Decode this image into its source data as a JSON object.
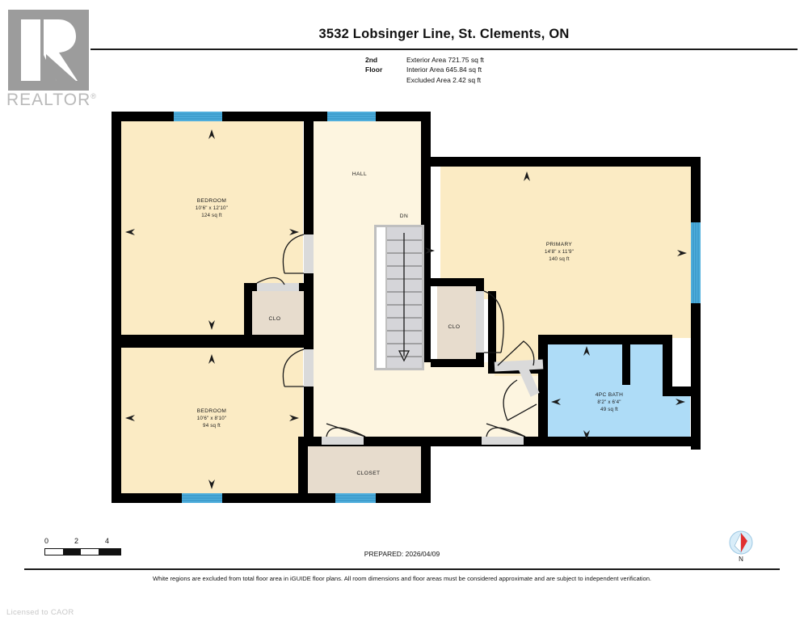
{
  "brand": {
    "logo_icon": "realtor-r-logo-icon",
    "wordmark": "REALTOR",
    "registered_mark": "®",
    "logo_color": "#9c9c9c"
  },
  "header": {
    "title": "3532 Lobsinger Line, St. Clements, ON",
    "floor_label": "2nd Floor",
    "areas": [
      "Exterior Area 721.75 sq ft",
      "Interior Area 645.84 sq ft",
      "Excluded Area 2.42 sq ft"
    ]
  },
  "plan": {
    "colors": {
      "wall": "#000000",
      "room_fill": "#FBEBC4",
      "hall_fill": "#FDF5E0",
      "closet_fill": "#E7DCCD",
      "bath_fill": "#AEDCF7",
      "window": "#4FAEDC",
      "stair_tread": "#D5D5D9",
      "door_panel": "#DADADA"
    },
    "rooms": [
      {
        "id": "bedroom-top",
        "name": "BEDROOM",
        "dimensions": "10'6\" x 12'10\"",
        "area": "124 sq ft"
      },
      {
        "id": "bedroom-bottom",
        "name": "BEDROOM",
        "dimensions": "10'6\" x 8'10\"",
        "area": "94 sq ft"
      },
      {
        "id": "primary",
        "name": "PRIMARY",
        "dimensions": "14'8\" x 11'9\"",
        "area": "140 sq ft"
      },
      {
        "id": "bath",
        "name": "4PC BATH",
        "dimensions": "8'2\" x 6'4\"",
        "area": "49 sq ft"
      }
    ],
    "tags": [
      {
        "id": "hall",
        "label": "HALL"
      },
      {
        "id": "stairs-direction",
        "label": "DN"
      },
      {
        "id": "closet-upper-left",
        "label": "CLO"
      },
      {
        "id": "closet-center",
        "label": "CLO"
      },
      {
        "id": "closet-bottom",
        "label": "CLOSET"
      }
    ]
  },
  "footer": {
    "scale": {
      "ticks": [
        "0",
        "2",
        "4"
      ],
      "unit": "ft"
    },
    "prepared": "PREPARED: 2026/04/09",
    "compass_label": "N",
    "compass_icon": "compass-rose-icon",
    "disclaimer": "White regions are excluded from total floor area in iGUIDE floor plans. All room dimensions and floor areas must be considered approximate and are subject to independent verification.",
    "licensed": "Licensed to CAOR"
  }
}
